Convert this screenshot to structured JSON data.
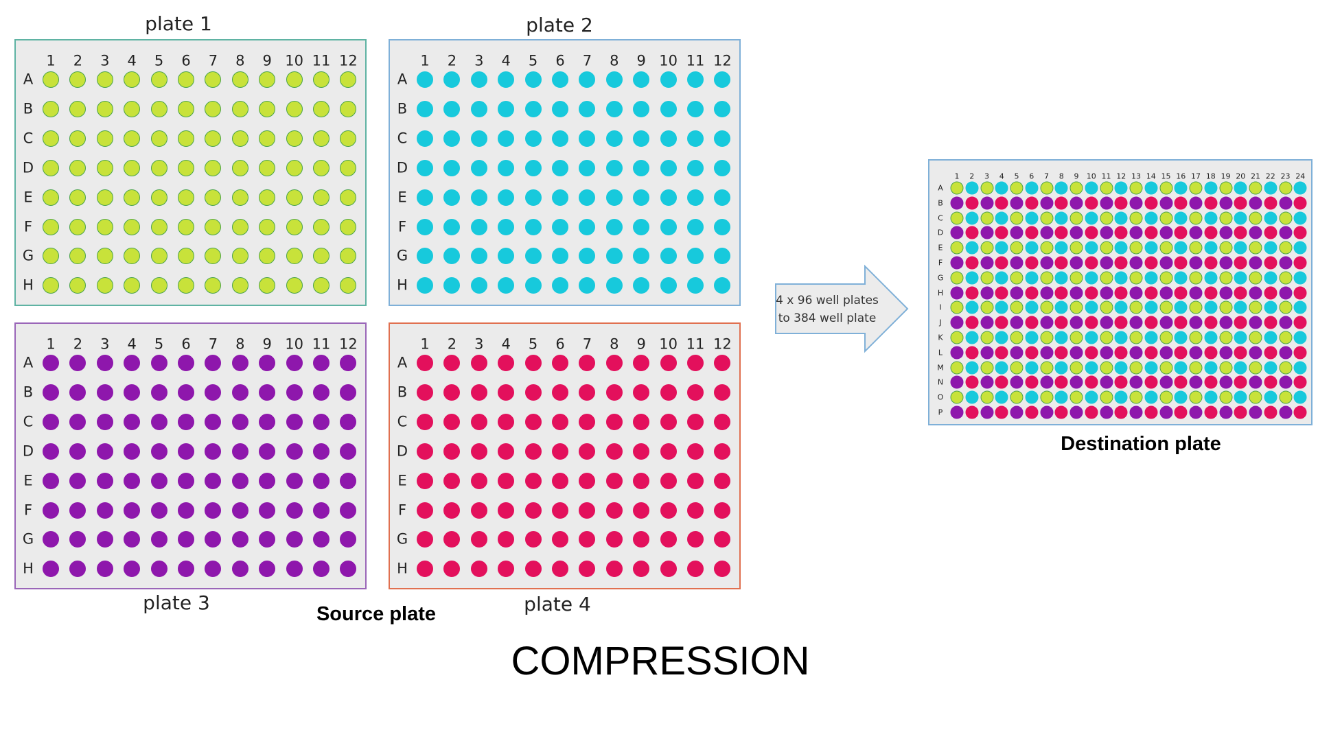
{
  "source_plates": [
    {
      "title": "plate 1",
      "fill": "#c8e23a",
      "stroke": "#4aa34a",
      "border": "#5fb3a3"
    },
    {
      "title": "plate 2",
      "fill": "#17c9dc",
      "stroke": "#17c9dc",
      "border": "#7fb0d8"
    },
    {
      "title": "plate 3",
      "fill": "#8e17ac",
      "stroke": "#8e17ac",
      "border": "#9a66b8"
    },
    {
      "title": "plate 4",
      "fill": "#e3105c",
      "stroke": "#e3105c",
      "border": "#e07050"
    }
  ],
  "source_columns": [
    "1",
    "2",
    "3",
    "4",
    "5",
    "6",
    "7",
    "8",
    "9",
    "10",
    "11",
    "12"
  ],
  "source_rows": [
    "A",
    "B",
    "C",
    "D",
    "E",
    "F",
    "G",
    "H"
  ],
  "source_label": "Source plate",
  "arrow_text_line1": "4 x 96 well plates",
  "arrow_text_line2": "to 384 well plate",
  "destination": {
    "title": "Destination plate",
    "columns": [
      "1",
      "2",
      "3",
      "4",
      "5",
      "6",
      "7",
      "8",
      "9",
      "10",
      "11",
      "12",
      "13",
      "14",
      "15",
      "16",
      "17",
      "18",
      "19",
      "20",
      "21",
      "22",
      "23",
      "24"
    ],
    "rows": [
      "A",
      "B",
      "C",
      "D",
      "E",
      "F",
      "G",
      "H",
      "I",
      "J",
      "K",
      "L",
      "M",
      "N",
      "O",
      "P"
    ],
    "pattern_odd_row": [
      "plate 1",
      "plate 2"
    ],
    "pattern_even_row": [
      "plate 3",
      "plate 4"
    ]
  },
  "footer_title": "COMPRESSION"
}
